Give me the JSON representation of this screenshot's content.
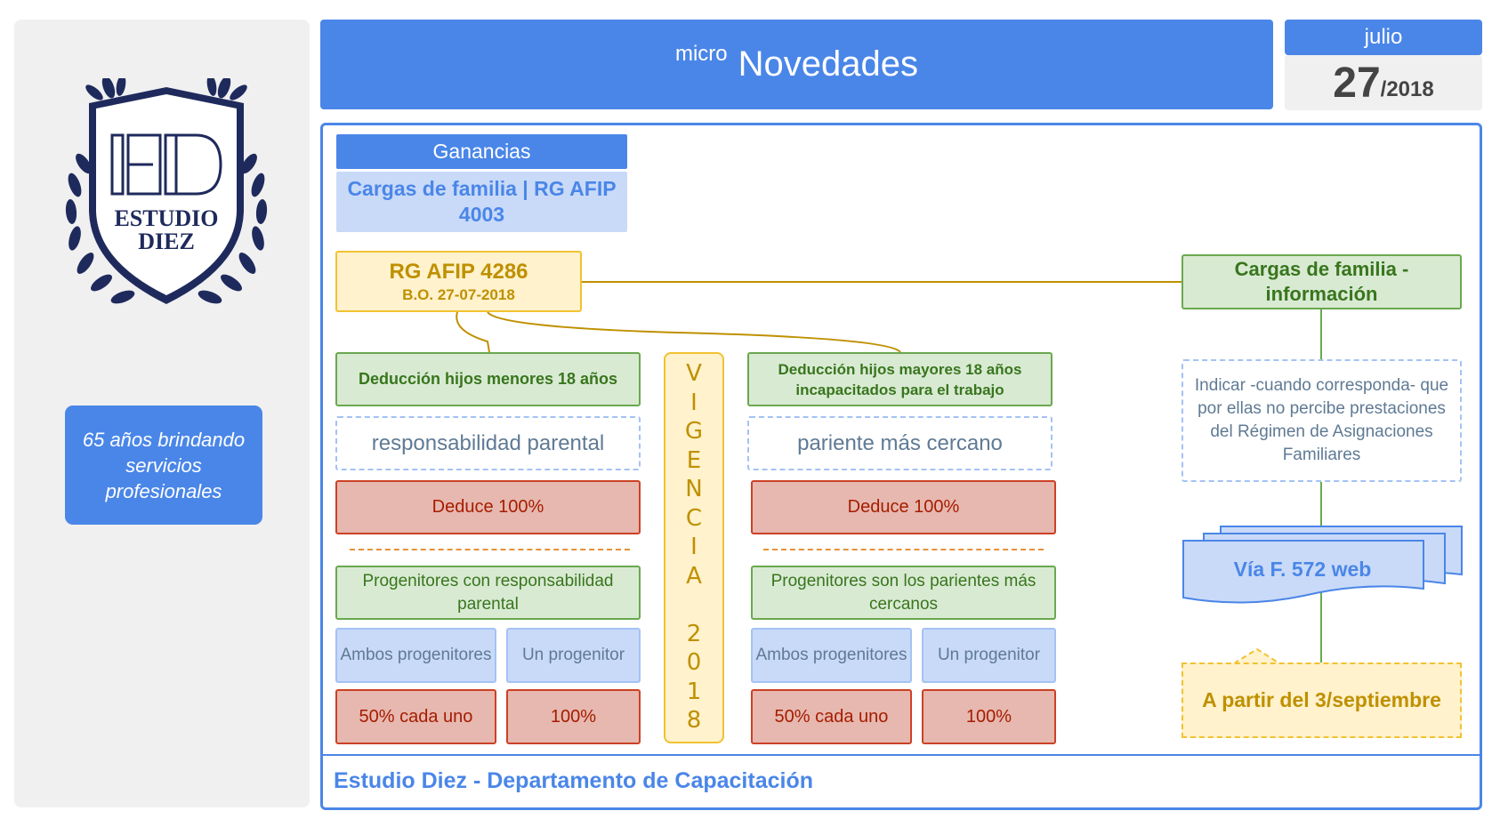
{
  "sidebar": {
    "logo_text": [
      "ESTUDIO",
      "DIEZ"
    ],
    "tagline": "65 años brindando servicios profesionales"
  },
  "header": {
    "prefix": "micro",
    "title": "Novedades"
  },
  "date": {
    "month": "julio",
    "day": "27",
    "year": "/2018"
  },
  "topic": {
    "label": "Ganancias",
    "subtitle": "Cargas de familia | RG AFIP 4003"
  },
  "rg": {
    "title": "RG AFIP 4286",
    "date": "B.O. 27-07-2018"
  },
  "info_box": "Cargas de familia - información",
  "left_branch": {
    "title": "Deducción hijos menores 18 años",
    "criterion": "responsabilidad parental",
    "deduce": "Deduce 100%",
    "group": "Progenitores con responsabilidad parental",
    "option1": "Ambos progenitores",
    "option2": "Un progenitor",
    "pct1": "50% cada uno",
    "pct2": "100%"
  },
  "right_branch": {
    "title": "Deducción hijos mayores 18 años incapacitados para el trabajo",
    "criterion": "pariente más cercano",
    "deduce": "Deduce 100%",
    "group": "Progenitores son los parientes más cercanos",
    "option1": "Ambos progenitores",
    "option2": "Un progenitor",
    "pct1": "50% cada uno",
    "pct2": "100%"
  },
  "vigencia": [
    "V",
    "I",
    "G",
    "E",
    "N",
    "C",
    "I",
    "A",
    "",
    "2",
    "0",
    "1",
    "8"
  ],
  "right_column": {
    "indicar": "Indicar -cuando corresponda- que por ellas no percibe prestaciones del Régimen de Asignaciones Familiares",
    "via": "Vía F. 572 web",
    "partir": "A partir del 3/septiembre"
  },
  "footer": "Estudio Diez - Departamento de Capacitación"
}
